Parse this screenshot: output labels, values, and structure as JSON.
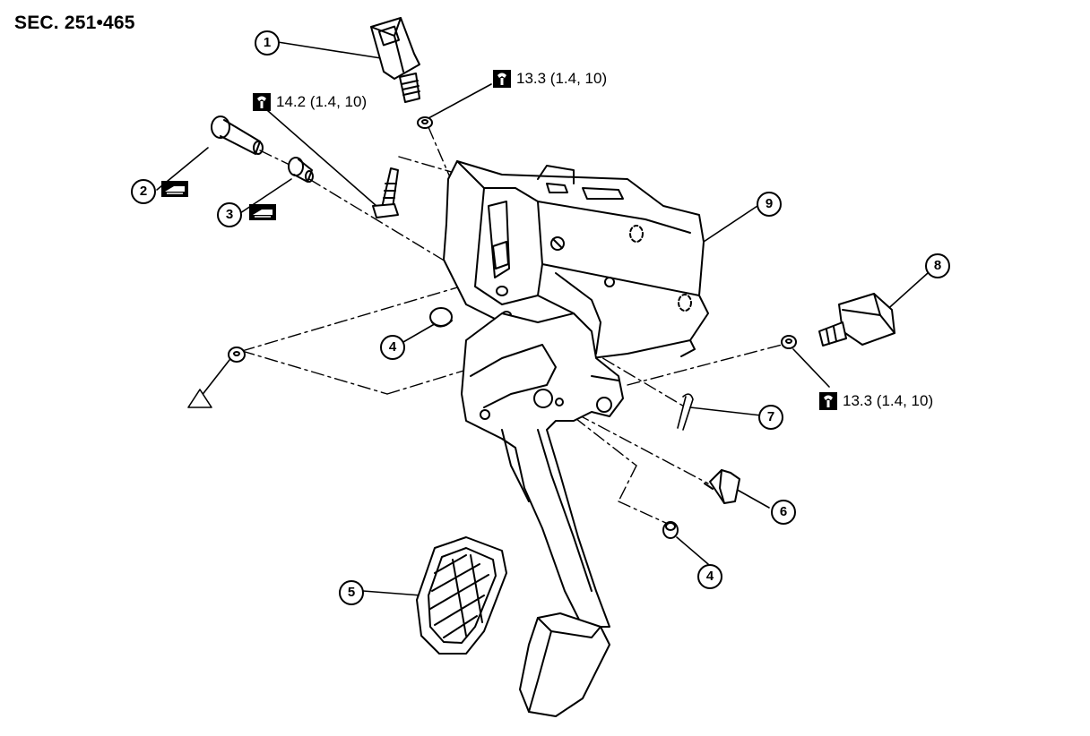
{
  "section_code": "SEC. 251•465",
  "callouts": {
    "c1": "1",
    "c2": "2",
    "c3": "3",
    "c4a": "4",
    "c4b": "4",
    "c5": "5",
    "c6": "6",
    "c7": "7",
    "c8": "8",
    "c9": "9"
  },
  "torques": {
    "t1": "13.3 (1.4, 10)",
    "t2": "14.2 (1.4, 10)",
    "t3": "13.3 (1.4, 10)"
  },
  "icons": {
    "torque": "torque-wrench-icon",
    "grease": "grease-icon",
    "triangle": "triangle-marker-icon"
  }
}
